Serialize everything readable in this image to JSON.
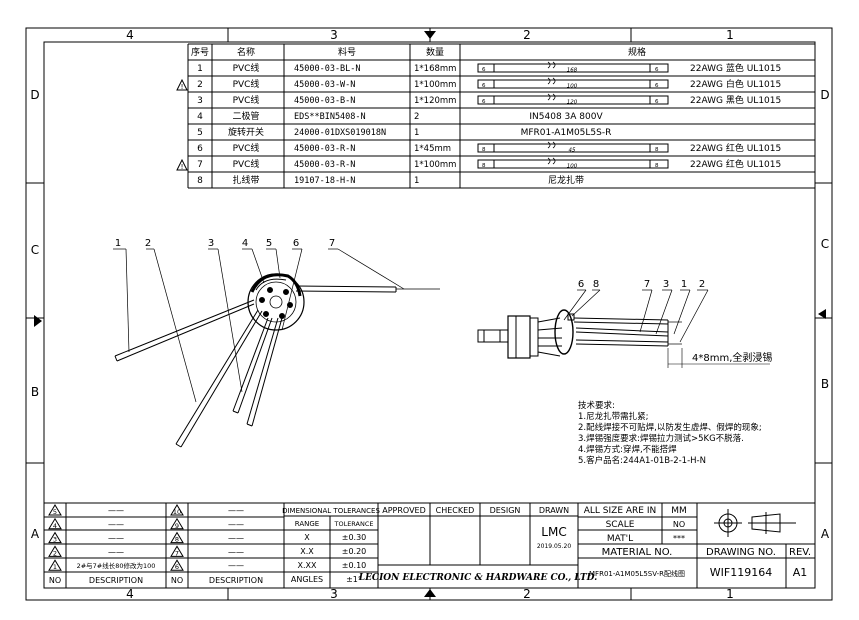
{
  "frame": {
    "cols_top": [
      "4",
      "3",
      "2",
      "1"
    ],
    "cols_bottom": [
      "4",
      "3",
      "2",
      "1"
    ],
    "rows_left": [
      "D",
      "C",
      "B",
      "A"
    ],
    "rows_right": [
      "D",
      "C",
      "B",
      "A"
    ]
  },
  "bom": {
    "headers": [
      "序号",
      "名称",
      "料号",
      "数量",
      "规格"
    ],
    "rows": [
      {
        "no": "1",
        "name": "PVC线",
        "part": "45000-03-BL-N",
        "qty": "1*168mm",
        "wire": true,
        "wire_end": "6",
        "wire_len": "168",
        "spec": "22AWG 蓝色 UL1015",
        "flag": false
      },
      {
        "no": "2",
        "name": "PVC线",
        "part": "45000-03-W-N",
        "qty": "1*100mm",
        "wire": true,
        "wire_end": "6",
        "wire_len": "100",
        "spec": "22AWG 白色 UL1015",
        "flag": true
      },
      {
        "no": "3",
        "name": "PVC线",
        "part": "45000-03-B-N",
        "qty": "1*120mm",
        "wire": true,
        "wire_end": "6",
        "wire_len": "120",
        "spec": "22AWG 黑色 UL1015",
        "flag": false
      },
      {
        "no": "4",
        "name": "二极管",
        "part": "EDS**BIN5408-N",
        "qty": "2",
        "wire": false,
        "spec": "IN5408  3A  800V",
        "flag": false
      },
      {
        "no": "5",
        "name": "旋转开关",
        "part": "24000-01DXS019018N",
        "qty": "1",
        "wire": false,
        "spec": "MFR01-A1M05L5S-R",
        "flag": false
      },
      {
        "no": "6",
        "name": "PVC线",
        "part": "45000-03-R-N",
        "qty": "1*45mm",
        "wire": true,
        "wire_end": "8",
        "wire_len": "45",
        "spec": "22AWG 红色 UL1015",
        "flag": false
      },
      {
        "no": "7",
        "name": "PVC线",
        "part": "45000-03-R-N",
        "qty": "1*100mm",
        "wire": true,
        "wire_end": "8",
        "wire_len": "100",
        "spec": "22AWG 红色 UL1015",
        "flag": true
      },
      {
        "no": "8",
        "name": "扎线带",
        "part": "19107-18-H-N",
        "qty": "1",
        "wire": false,
        "spec": "尼龙扎带",
        "flag": false
      }
    ]
  },
  "balloons_left": [
    "1",
    "2",
    "3",
    "4",
    "5",
    "6",
    "7"
  ],
  "balloons_right": [
    "6",
    "8",
    "7",
    "3",
    "1",
    "2"
  ],
  "strip_note": "4*8mm,全剥浸锡",
  "tech_notes": [
    "技术要求:",
    "1.尼龙扎带需扎紧;",
    "2.配线焊接不可贴焊,以防发生虚焊、假焊的现象;",
    "3.焊锡强度要求:焊锡拉力测试>5KG不脱落.",
    "4.焊锡方式:穿焊,不能搭焊",
    "5.客户品名:244A1-01B-2-1-H-N"
  ],
  "revisions": {
    "left_nos": [
      "5",
      "4",
      "3",
      "2",
      "1"
    ],
    "left_desc": [
      "——",
      "——",
      "——",
      "——",
      "2#与7#线长80修改为100"
    ],
    "right_nos": [
      "10",
      "9",
      "8",
      "7",
      "6"
    ],
    "right_desc": [
      "——",
      "——",
      "——",
      "——",
      "——"
    ],
    "no_label": "NO",
    "desc_label": "DESCRIPTION"
  },
  "tolerances": {
    "title": "DIMENSIONAL TOLERANCES",
    "range_label": "RANGE",
    "tol_label": "TOLERANCE",
    "rows": [
      {
        "range": "X",
        "tol": "±0.30"
      },
      {
        "range": "X.X",
        "tol": "±0.20"
      },
      {
        "range": "X.XX",
        "tol": "±0.10"
      },
      {
        "range": "ANGLES",
        "tol": "±1°"
      }
    ]
  },
  "approvals": {
    "approved": "APPROVED",
    "checked": "CHECKED",
    "design": "DESIGN",
    "drawn": "DRAWN",
    "drawn_by": "LMC",
    "drawn_date": "2019.05.20"
  },
  "company": "LECION ELECTRONIC & HARDWARE CO., LTD.",
  "title_block": {
    "all_size": "ALL SIZE ARE IN",
    "unit": "MM",
    "scale_label": "SCALE",
    "scale": "NO",
    "matl_label": "MAT'L",
    "matl": "***",
    "material_no": "MATERIAL NO.",
    "material_value": "MFR01-A1M05L5SV-R配线图",
    "drawing_no_label": "DRAWING NO.",
    "drawing_no": "WIF119164",
    "rev_label": "REV.",
    "rev": "A1"
  },
  "colors": {
    "line": "#000000",
    "page": "#ffffff"
  }
}
